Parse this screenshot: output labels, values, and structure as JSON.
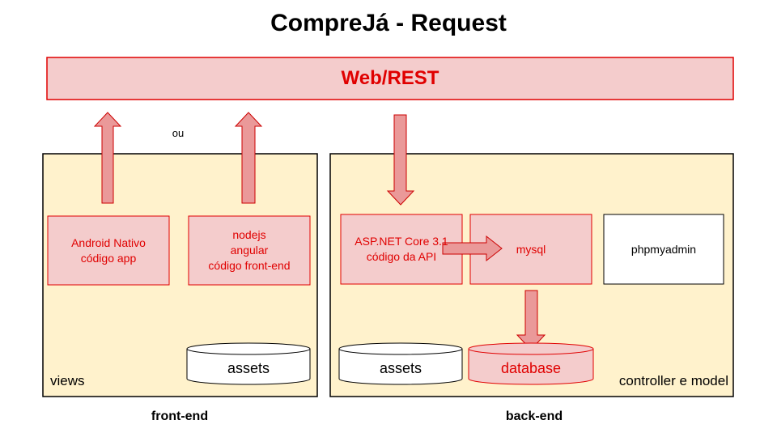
{
  "title": "CompreJá - Request",
  "web_layer": {
    "label": "Web/REST"
  },
  "or_label": "ou",
  "frontend": {
    "container_label": "views",
    "section_label": "front-end",
    "android": {
      "label": "Android Nativo\ncódigo app"
    },
    "nodejs": {
      "label": "nodejs\nangular\ncódigo front-end"
    },
    "assets": {
      "label": "assets"
    }
  },
  "backend": {
    "container_label": "controller e model",
    "section_label": "back-end",
    "aspnet": {
      "label": "ASP.NET Core 3.1\ncódigo da API"
    },
    "mysql": {
      "label": "mysql"
    },
    "phpmyadmin": {
      "label": "phpmyadmin"
    },
    "assets": {
      "label": "assets"
    },
    "database": {
      "label": "database"
    }
  },
  "colors": {
    "panel_fill": "#fff2cc",
    "red_fill": "#f4cccc",
    "red_stroke": "#e00000",
    "arrow_fill": "#ea9999",
    "arrow_stroke": "#cc0000"
  }
}
